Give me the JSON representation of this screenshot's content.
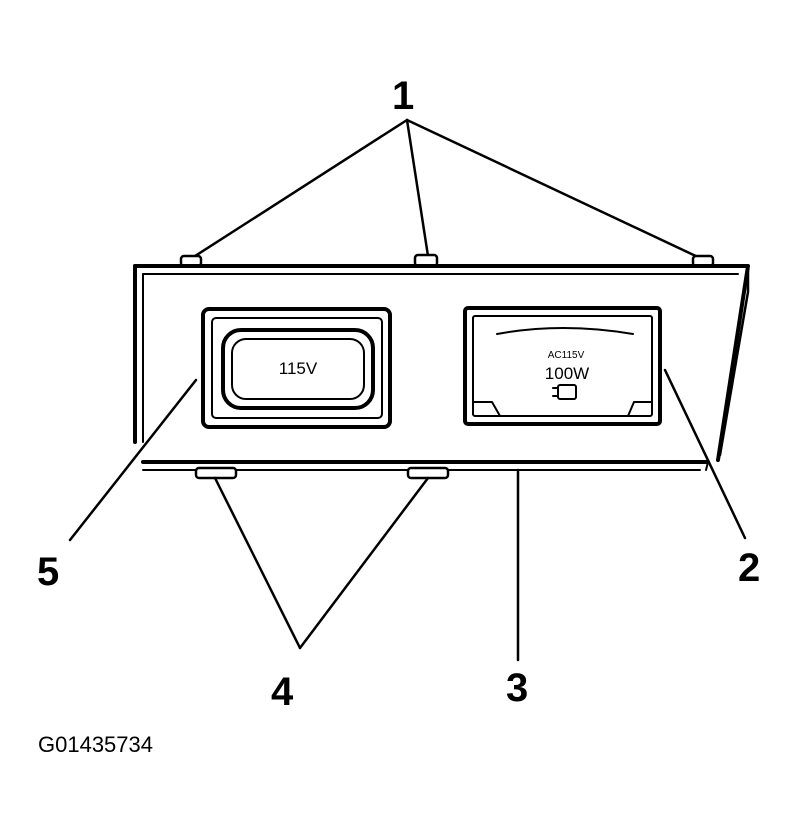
{
  "callouts": {
    "c1": "1",
    "c2": "2",
    "c3": "3",
    "c4": "4",
    "c5": "5"
  },
  "outlet": {
    "label": "115V"
  },
  "cover": {
    "rating_line1": "AC115V",
    "rating_line2": "100W",
    "plug_icon": "plug-icon"
  },
  "figure_id": "G01435734",
  "colors": {
    "line": "#000000",
    "background": "#ffffff"
  }
}
